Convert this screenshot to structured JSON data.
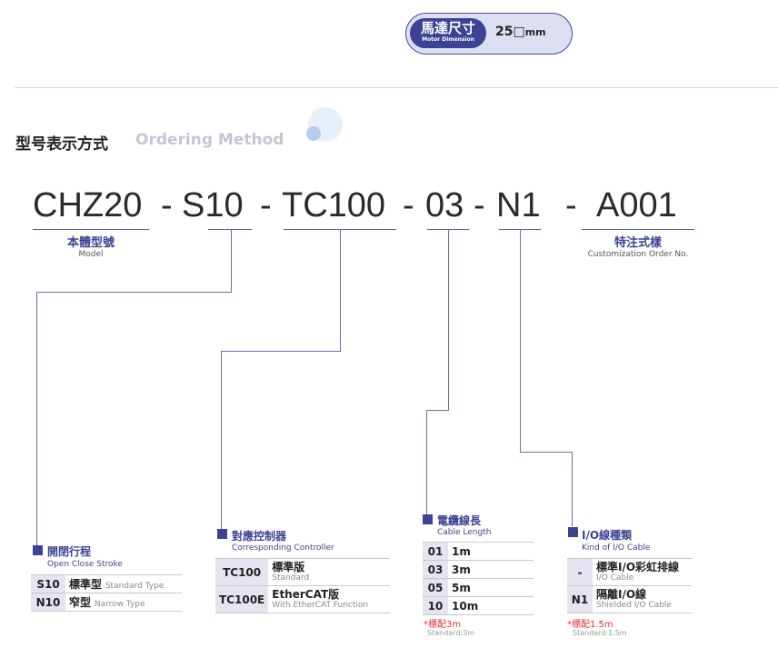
{
  "motor_badge": {
    "label_zh": "馬達尺寸",
    "label_en": "Motor Dimension",
    "value": "25□",
    "unit": "mm"
  },
  "section": {
    "title_zh": "型号表示方式",
    "title_en": "Ordering Method"
  },
  "code_parts": [
    "CHZ20",
    "-",
    "S10",
    "-",
    "TC100",
    "-",
    "03",
    "-",
    "N1",
    "-",
    "A001"
  ],
  "model_label": {
    "zh": "本體型號",
    "en": "Model"
  },
  "custom_label": {
    "zh": "特注式樣",
    "en": "Customization Order No."
  },
  "stroke": {
    "title_zh": "開閉行程",
    "title_en": "Open Close Stroke",
    "rows": [
      {
        "code": "S10",
        "zh": "標準型",
        "en": "Standard Type"
      },
      {
        "code": "N10",
        "zh": "窄型",
        "en": "Narrow Type"
      }
    ]
  },
  "controller": {
    "title_zh": "對應控制器",
    "title_en": "Corresponding Controller",
    "rows": [
      {
        "code": "TC100",
        "zh": "標準版",
        "en": "Standard"
      },
      {
        "code": "TC100E",
        "zh": "EtherCAT版",
        "en": "With EtherCAT Function"
      }
    ]
  },
  "cable": {
    "title_zh": "電纜線長",
    "title_en": "Cable Length",
    "rows": [
      {
        "code": "01",
        "value": "1m"
      },
      {
        "code": "03",
        "value": "3m"
      },
      {
        "code": "05",
        "value": "5m"
      },
      {
        "code": "10",
        "value": "10m"
      }
    ],
    "note_zh": "*標配3m",
    "note_en": "Standard:3m"
  },
  "io_cable": {
    "title_zh": "I/O線種類",
    "title_en": "Kind of I/O Cable",
    "rows": [
      {
        "code": "-",
        "zh": "標準I/O彩虹排線",
        "en": "I/O Cable"
      },
      {
        "code": "N1",
        "zh": "隔離I/O線",
        "en": "Shielded I/O Cable"
      }
    ],
    "note_zh": "*標配1.5m",
    "note_en": "Standard:1.5m"
  }
}
